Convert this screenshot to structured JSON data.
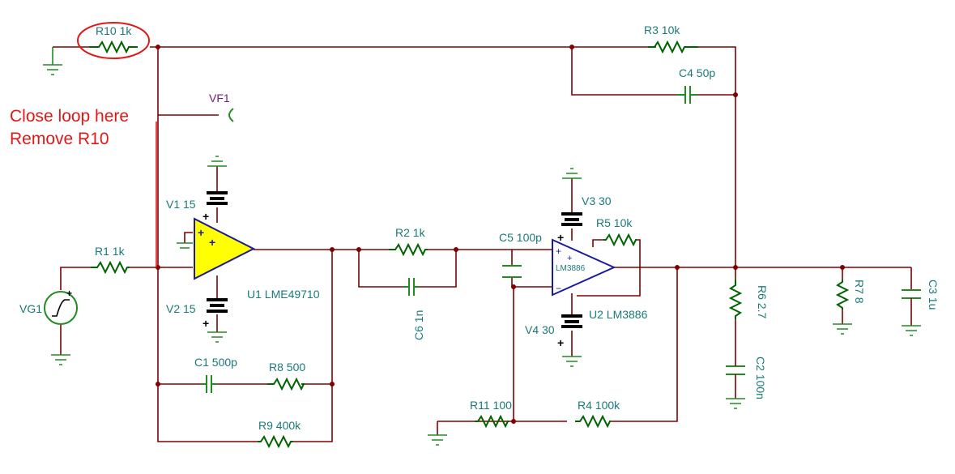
{
  "annotation": {
    "line1": "Close loop here",
    "line2": "Remove R10",
    "color": "#e01818"
  },
  "probe": "VF1",
  "labels": {
    "r10": "R10 1k",
    "r3": "R3 10k",
    "c4": "C4 50p",
    "r1": "R1 1k",
    "vg1": "VG1",
    "v1": "V1 15",
    "v2": "V2 15",
    "u1": "U1 LME49710",
    "r2": "R2 1k",
    "c6": "C6 1n",
    "c5": "C5 100p",
    "v3": "V3 30",
    "r5": "R5 10k",
    "u2chip": "LM3886",
    "u2": "U2 LM3886",
    "v4": "V4 30",
    "r6": "R6 2.7",
    "c2": "C2 100n",
    "r7": "R7 8",
    "c3": "C3 1u",
    "c1": "C1 500p",
    "r8": "R8 500",
    "r9": "R9 400k",
    "r11": "R11 100",
    "r4": "R4 100k"
  },
  "colors": {
    "wire": "#800000",
    "component": "#228b22",
    "label": "#1a7a7a",
    "opamp_fill": "#ffff00",
    "opamp_outline": "#1a1aa0"
  }
}
